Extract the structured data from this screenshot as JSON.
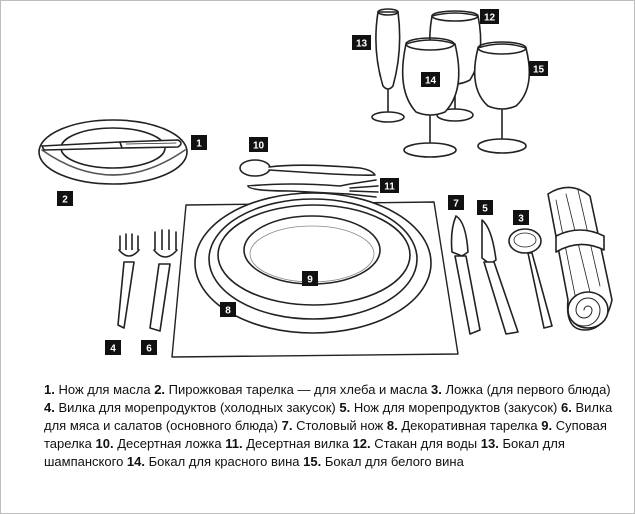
{
  "callouts": {
    "n1": "1",
    "n2": "2",
    "n3": "3",
    "n4": "4",
    "n5": "5",
    "n6": "6",
    "n7": "7",
    "n8": "8",
    "n9": "9",
    "n10": "10",
    "n11": "11",
    "n12": "12",
    "n13": "13",
    "n14": "14",
    "n15": "15"
  },
  "legend": [
    {
      "num": "1.",
      "text": "Нож для масла"
    },
    {
      "num": "2.",
      "text": "Пирожковая тарелка — для хлеба и масла"
    },
    {
      "num": "3.",
      "text": "Ложка (для первого блюда)"
    },
    {
      "num": "4.",
      "text": "Вилка для морепродуктов (холодных закусок)"
    },
    {
      "num": "5.",
      "text": "Нож для морепродуктов (закусок)"
    },
    {
      "num": "6.",
      "text": "Вилка для мяса и салатов (основного блюда)"
    },
    {
      "num": "7.",
      "text": "Столовый нож"
    },
    {
      "num": "8.",
      "text": "Декоративная тарелка"
    },
    {
      "num": "9.",
      "text": "Суповая тарелка"
    },
    {
      "num": "10.",
      "text": "Десертная ложка"
    },
    {
      "num": "11.",
      "text": "Десертная вилка"
    },
    {
      "num": "12.",
      "text": "Стакан для воды"
    },
    {
      "num": "13.",
      "text": "Бокал для шампанского"
    },
    {
      "num": "14.",
      "text": "Бокал для красного вина"
    },
    {
      "num": "15.",
      "text": "Бокал для белого вина"
    }
  ]
}
